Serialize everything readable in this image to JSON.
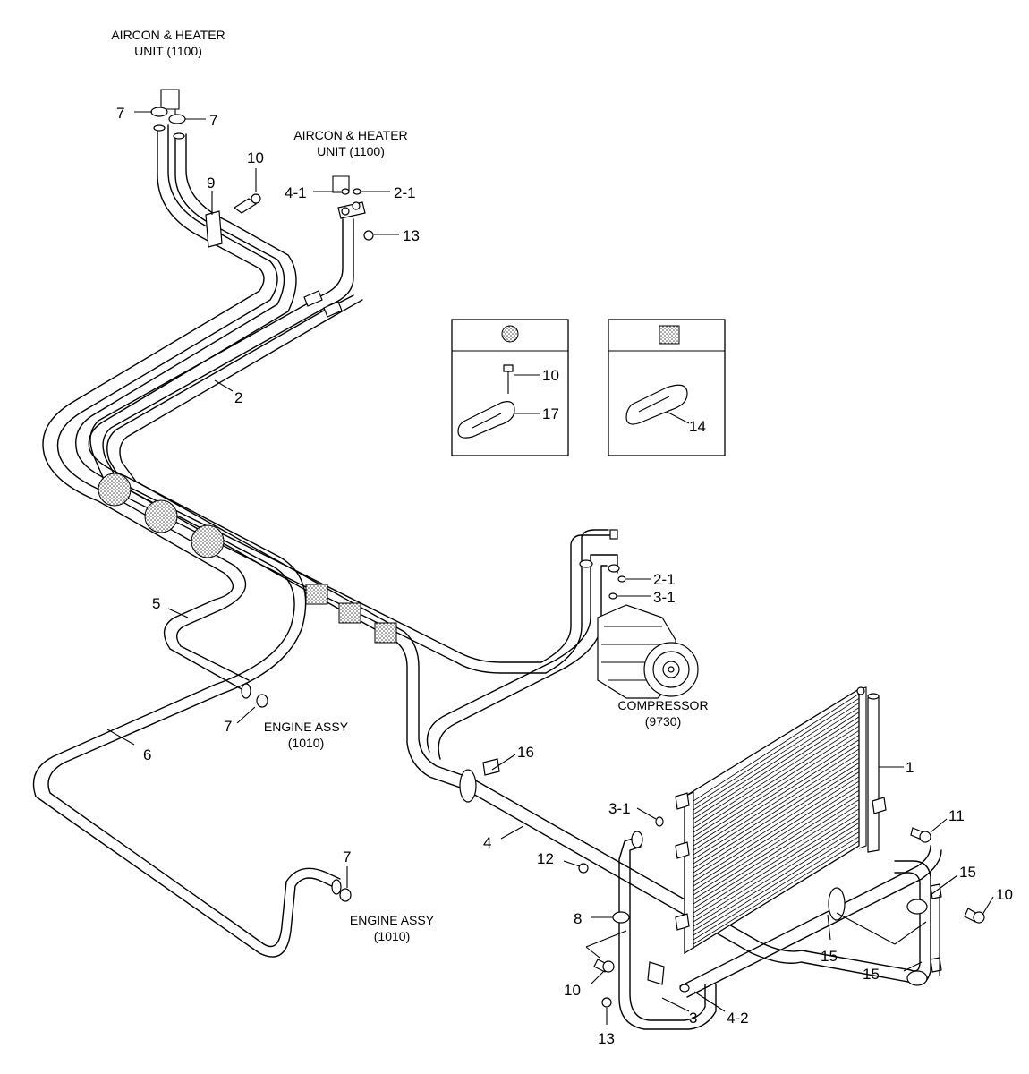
{
  "units": {
    "aircon_left": {
      "line1": "AIRCON & HEATER",
      "line2": "UNIT (1100)"
    },
    "aircon_right": {
      "line1": "AIRCON & HEATER",
      "line2": "UNIT (1100)"
    },
    "compressor": {
      "line1": "COMPRESSOR",
      "line2": "(9730)"
    },
    "engine_upper": {
      "line1": "ENGINE ASSY",
      "line2": "(1010)"
    },
    "engine_lower": {
      "line1": "ENGINE ASSY",
      "line2": "(1010)"
    }
  },
  "callouts": {
    "c7a": "7",
    "c7b": "7",
    "c10a": "10",
    "c9": "9",
    "c4_1": "4-1",
    "c2_1a": "2-1",
    "c13a": "13",
    "c2": "2",
    "c5": "5",
    "c7c": "7",
    "c6": "6",
    "c7d": "7",
    "c2_1b": "2-1",
    "c3_1a": "3-1",
    "c16": "16",
    "c1": "1",
    "c3_1b": "3-1",
    "c11": "11",
    "c4": "4",
    "c12": "12",
    "c15a": "15",
    "c10b": "10",
    "c8": "8",
    "c15b": "15",
    "c15c": "15",
    "c10c": "10",
    "c3": "3",
    "c4_2": "4-2",
    "c13b": "13"
  },
  "legend": {
    "circle": {
      "c10": "10",
      "c17": "17"
    },
    "square": {
      "c14": "14"
    }
  }
}
